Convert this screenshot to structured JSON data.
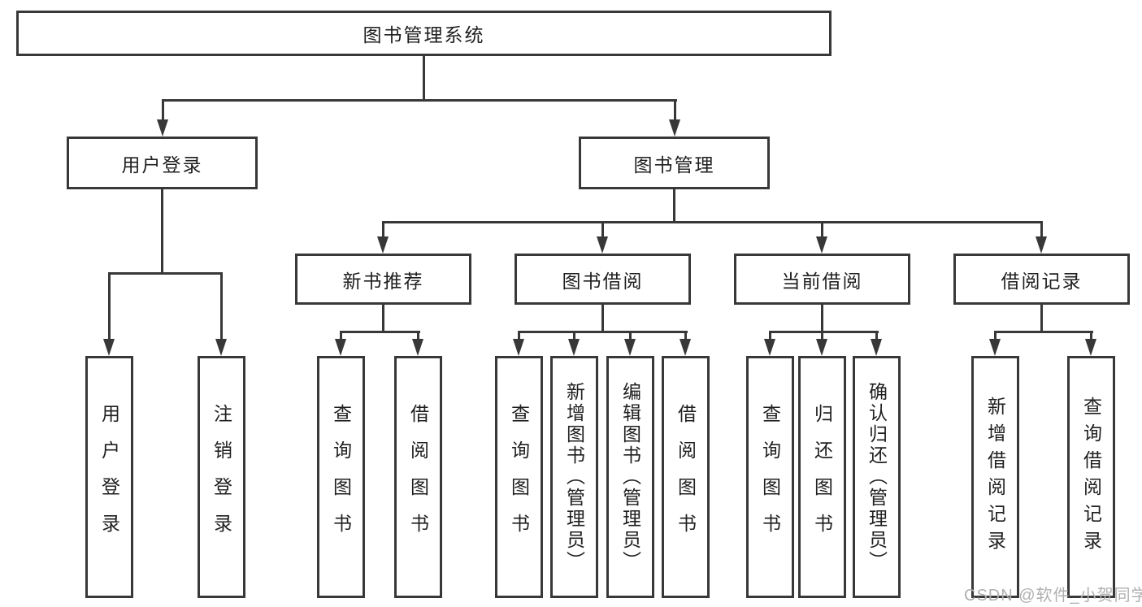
{
  "colors": {
    "line": "#383838",
    "box_border": "#383838",
    "text": "#1f1f1f",
    "watermark": "#b0b0b0",
    "background": "#ffffff"
  },
  "watermark": {
    "label": "CSDN @软件_小贺同学"
  },
  "tree": {
    "root": {
      "label": "图书管理系统"
    },
    "branches": [
      {
        "label": "用户登录",
        "children": [
          {
            "label": "用户登录"
          },
          {
            "label": "注销登录"
          }
        ]
      },
      {
        "label": "图书管理",
        "children": [
          {
            "label": "新书推荐",
            "children": [
              {
                "label": "查询图书"
              },
              {
                "label": "借阅图书"
              }
            ]
          },
          {
            "label": "图书借阅",
            "children": [
              {
                "label": "查询图书"
              },
              {
                "label": "新增图书（管理员）"
              },
              {
                "label": "编辑图书（管理员）"
              },
              {
                "label": "借阅图书"
              }
            ]
          },
          {
            "label": "当前借阅",
            "children": [
              {
                "label": "查询图书"
              },
              {
                "label": "归还图书"
              },
              {
                "label": "确认归还（管理员）"
              }
            ]
          },
          {
            "label": "借阅记录",
            "children": [
              {
                "label": "新增借阅记录"
              },
              {
                "label": "查询借阅记录"
              }
            ]
          }
        ]
      }
    ]
  }
}
